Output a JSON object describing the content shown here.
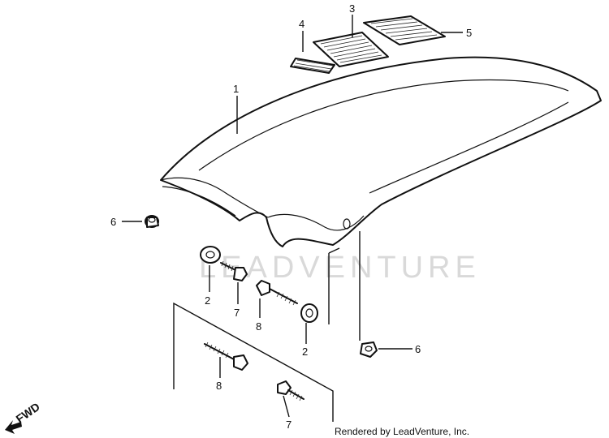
{
  "callouts": {
    "c1": "1",
    "c2a": "2",
    "c2b": "2",
    "c3": "3",
    "c4": "4",
    "c5": "5",
    "c6a": "6",
    "c6b": "6",
    "c7a": "7",
    "c7b": "7",
    "c8a": "8",
    "c8b": "8"
  },
  "watermark": "LEADVENTURE",
  "credit": "Rendered by LeadVenture, Inc.",
  "direction_label": "FWD"
}
